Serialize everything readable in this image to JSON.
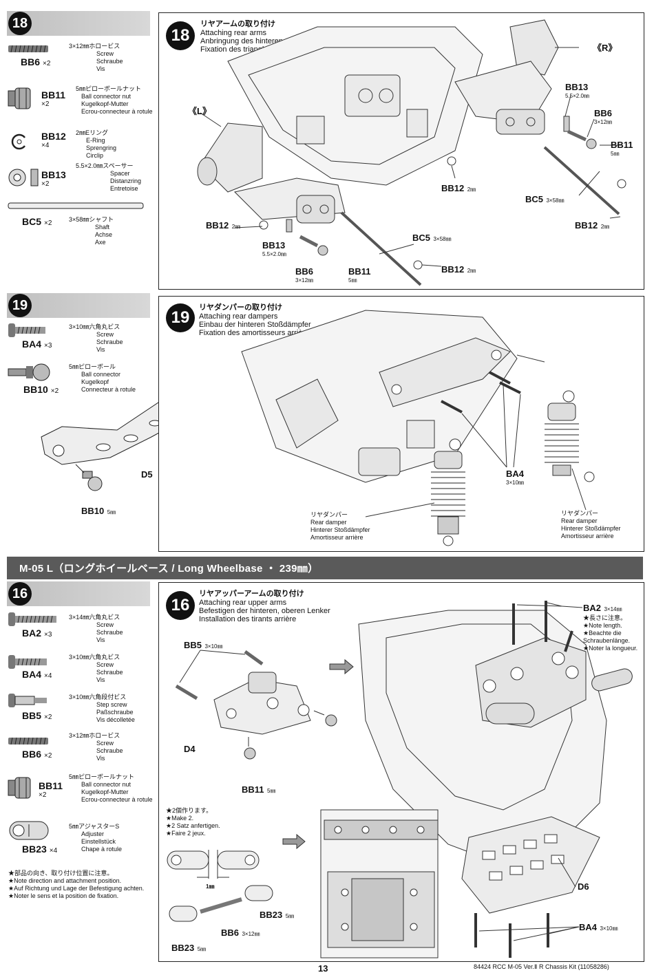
{
  "steps": {
    "s18": {
      "num": "18",
      "title_jp": "リヤアームの取り付け",
      "title_en": "Attaching rear arms",
      "title_de": "Anbringung des hinteren Armes",
      "title_fr": "Fixation des triangles arrière",
      "parts": [
        {
          "code": "BB6",
          "qty": "×2",
          "size": "3×12㎜ホロービス",
          "en": "Screw",
          "de": "Schraube",
          "fr": "Vis"
        },
        {
          "code": "BB11",
          "qty": "×2",
          "size": "5㎜ピローボールナット",
          "en": "Ball connector nut",
          "de": "Kugelkopf-Mutter",
          "fr": "Ecrou-connecteur à rotule"
        },
        {
          "code": "BB12",
          "qty": "×4",
          "size": "2㎜Eリング",
          "en": "E-Ring",
          "de": "Sprengring",
          "fr": "Circlip"
        },
        {
          "code": "BB13",
          "qty": "×2",
          "size": "5.5×2.0㎜スペーサー",
          "en": "Spacer",
          "de": "Distanzring",
          "fr": "Entretoise"
        },
        {
          "code": "BC5",
          "qty": "×2",
          "size": "3×58㎜シャフト",
          "en": "Shaft",
          "de": "Achse",
          "fr": "Axe"
        }
      ],
      "labels": {
        "R": "《R》",
        "L": "《L》",
        "bb13": "BB13",
        "bb13_spec": "5.5×2.0㎜",
        "bb6": "BB6",
        "bb6_spec": "3×12㎜",
        "bb11": "BB11",
        "bb11_spec": "5㎜",
        "bb12": "BB12",
        "bb12_spec": "2㎜",
        "bc5": "BC5",
        "bc5_spec": "3×58㎜"
      }
    },
    "s19": {
      "num": "19",
      "title_jp": "リヤダンパーの取り付け",
      "title_en": "Attaching rear dampers",
      "title_de": "Einbau der hinteren Stoßdämpfer",
      "title_fr": "Fixation des amortisseurs arrière",
      "parts": [
        {
          "code": "BA4",
          "qty": "×3",
          "size": "3×10㎜六角丸ビス",
          "en": "Screw",
          "de": "Schraube",
          "fr": "Vis"
        },
        {
          "code": "BB10",
          "qty": "×2",
          "size": "5㎜ピローボール",
          "en": "Ball connector",
          "de": "Kugelkopf",
          "fr": "Connecteur à rotule"
        }
      ],
      "labels": {
        "d5": "D5",
        "bb10": "BB10",
        "bb10_spec": "5㎜",
        "ba4": "BA4",
        "ba4_spec": "3×10㎜",
        "damper_jp": "リヤダンパー",
        "damper_en": "Rear damper",
        "damper_de": "Hinterer Stoßdämpfer",
        "damper_fr": "Amortisseur arrière"
      }
    },
    "banner": "M-05 L（ロングホイールベース / Long Wheelbase ・ 239㎜）",
    "s16": {
      "num": "16",
      "title_jp": "リヤアッパーアームの取り付け",
      "title_en": "Attaching rear upper arms",
      "title_de": "Befestigen der hinteren, oberen Lenker",
      "title_fr": "Installation des tirants arrière",
      "parts": [
        {
          "code": "BA2",
          "qty": "×3",
          "size": "3×14㎜六角丸ビス",
          "en": "Screw",
          "de": "Schraube",
          "fr": "Vis"
        },
        {
          "code": "BA4",
          "qty": "×4",
          "size": "3×10㎜六角丸ビス",
          "en": "Screw",
          "de": "Schraube",
          "fr": "Vis"
        },
        {
          "code": "BB5",
          "qty": "×2",
          "size": "3×10㎜六角段付ビス",
          "en": "Step screw",
          "de": "Paßschraube",
          "fr": "Vis décolletée"
        },
        {
          "code": "BB6",
          "qty": "×2",
          "size": "3×12㎜ホロービス",
          "en": "Screw",
          "de": "Schraube",
          "fr": "Vis"
        },
        {
          "code": "BB11",
          "qty": "×2",
          "size": "5㎜ピローボールナット",
          "en": "Ball connector nut",
          "de": "Kugelkopf-Mutter",
          "fr": "Ecrou-connecteur à rotule"
        },
        {
          "code": "BB23",
          "qty": "×4",
          "size": "5㎜アジャスターS",
          "en": "Adjuster",
          "de": "Einstellstück",
          "fr": "Chape à rotule"
        }
      ],
      "note_jp": "★部品の向き、取り付け位置に注意。",
      "note_en": "★Note direction and attachment position.",
      "note_de": "★Auf Richtung und Lage der Befestigung achten.",
      "note_fr": "★Noter le sens et la position de fixation.",
      "labels": {
        "bb5": "BB5",
        "bb5_spec": "3×10㎜",
        "d4": "D4",
        "bb11": "BB11",
        "bb11_spec": "5㎜",
        "make2_jp": "★2個作ります。",
        "make2_en": "★Make 2.",
        "make2_de": "★2 Satz anfertigen.",
        "make2_fr": "★Faire 2 jeux.",
        "gap": "1㎜",
        "bb23": "BB23",
        "bb23_spec": "5㎜",
        "bb6": "BB6",
        "bb6_spec": "3×12㎜",
        "ba2": "BA2",
        "ba2_spec": "3×14㎜",
        "ba2_note_jp": "★長さに注意。",
        "ba2_note_en": "★Note length.",
        "ba2_note_de": "★Beachte die Schraubenlänge.",
        "ba2_note_fr": "★Noter la longueur.",
        "d6": "D6",
        "ba4": "BA4",
        "ba4_spec": "3×10㎜"
      }
    }
  },
  "footer": {
    "page": "13",
    "kit": "84424 RCC M-05 Ver.Ⅱ R Chassis Kit (11058286)"
  }
}
